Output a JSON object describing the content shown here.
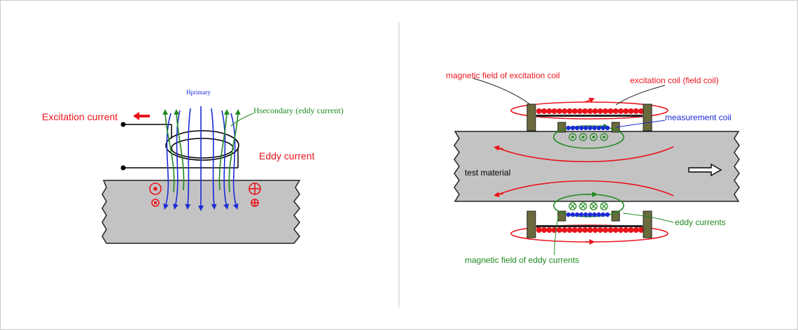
{
  "left_diagram": {
    "excitation_current_label": "Excitation current",
    "h_primary_label": "Hprimary",
    "h_secondary_label": "Hsecondary (eddy current)",
    "eddy_current_label": "Eddy current"
  },
  "right_diagram": {
    "magnetic_field_excitation_label": "magnetic field of excitation coil",
    "excitation_coil_label": "excitation coil (field coil)",
    "measurement_coil_label": "measurement coil",
    "test_material_label": "test material",
    "eddy_currents_label": "eddy currents",
    "magnetic_field_eddy_label": "magnetic field of eddy currents"
  },
  "colors": {
    "red": "#e8141b",
    "green": "#1f8a1f",
    "blue": "#1c2bd6",
    "material_gray": "#c3c3c3",
    "coil_post": "#6b6a3c"
  }
}
